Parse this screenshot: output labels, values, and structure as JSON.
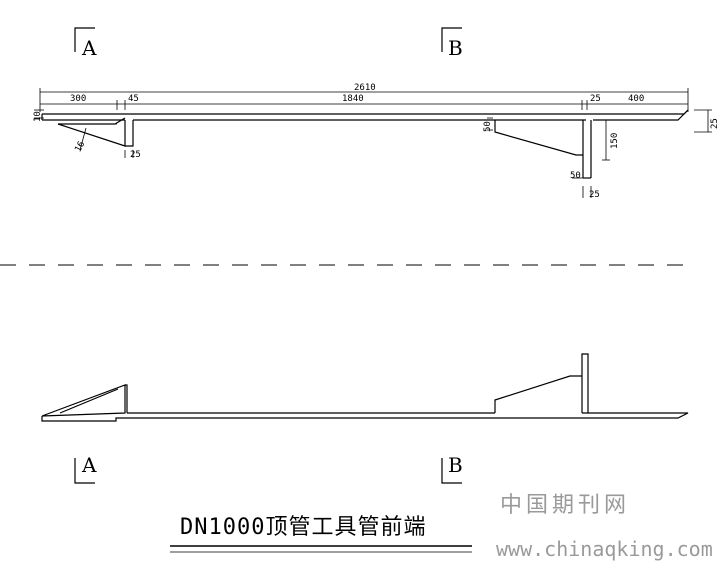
{
  "section_markers": {
    "top_a": "A",
    "top_b": "B",
    "bottom_a": "A",
    "bottom_b": "B"
  },
  "dimensions": {
    "total": "2610",
    "left_300": "300",
    "gap_45": "45",
    "mid_1840": "1840",
    "gap_25_top": "25",
    "right_400": "400",
    "thick_10": "10",
    "rib_16": "16",
    "left_web_25": "25",
    "b_50_top": "50",
    "b_150": "150",
    "b_50_bottom": "50",
    "b_web_25": "25",
    "right_25": "25"
  },
  "title": "DN1000顶管工具管前端",
  "watermark": {
    "line1": "中国期刊网",
    "line2": "www.chinaqking.com"
  }
}
